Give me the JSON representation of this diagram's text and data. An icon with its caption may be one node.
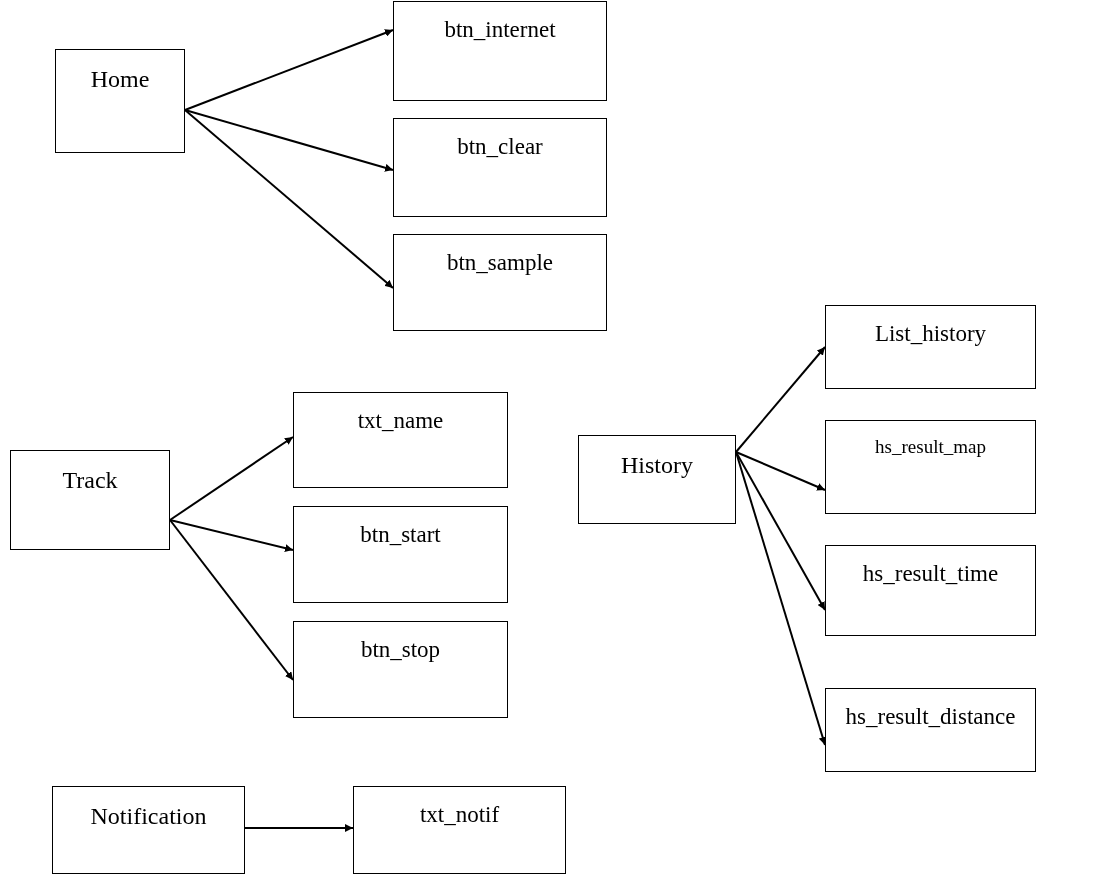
{
  "diagram": {
    "nodes": [
      {
        "text": [
          "Home"
        ]
      },
      {
        "text": [
          "btn_internet"
        ]
      },
      {
        "text": [
          "btn_clear"
        ]
      },
      {
        "text": [
          "btn_sample"
        ]
      },
      {
        "text": [
          "Track"
        ]
      },
      {
        "text": [
          "txt_name"
        ]
      },
      {
        "text": [
          "btn_start"
        ]
      },
      {
        "text": [
          "btn_stop"
        ]
      },
      {
        "text": [
          "History"
        ]
      },
      {
        "text": [
          "List_history"
        ]
      },
      {
        "text": [
          "hs_result_map"
        ]
      },
      {
        "text": [
          "hs_result_time"
        ]
      },
      {
        "text": [
          "hs_result_distance"
        ]
      },
      {
        "text": [
          "Notification"
        ]
      },
      {
        "text": [
          "txt_notif"
        ]
      }
    ],
    "edges": [
      {
        "from": 0,
        "to": 1,
        "arrow": "to"
      },
      {
        "from": 0,
        "to": 2,
        "arrow": "to"
      },
      {
        "from": 0,
        "to": 3,
        "arrow": "to"
      },
      {
        "from": 4,
        "to": 5,
        "arrow": "to"
      },
      {
        "from": 4,
        "to": 6,
        "arrow": "to"
      },
      {
        "from": 4,
        "to": 7,
        "arrow": "to"
      },
      {
        "from": 8,
        "to": 9,
        "arrow": "to"
      },
      {
        "from": 8,
        "to": 10,
        "arrow": "to"
      },
      {
        "from": 8,
        "to": 11,
        "arrow": "to"
      },
      {
        "from": 8,
        "to": 12,
        "arrow": "to"
      },
      {
        "from": 13,
        "to": 14,
        "arrow": "to"
      }
    ]
  }
}
